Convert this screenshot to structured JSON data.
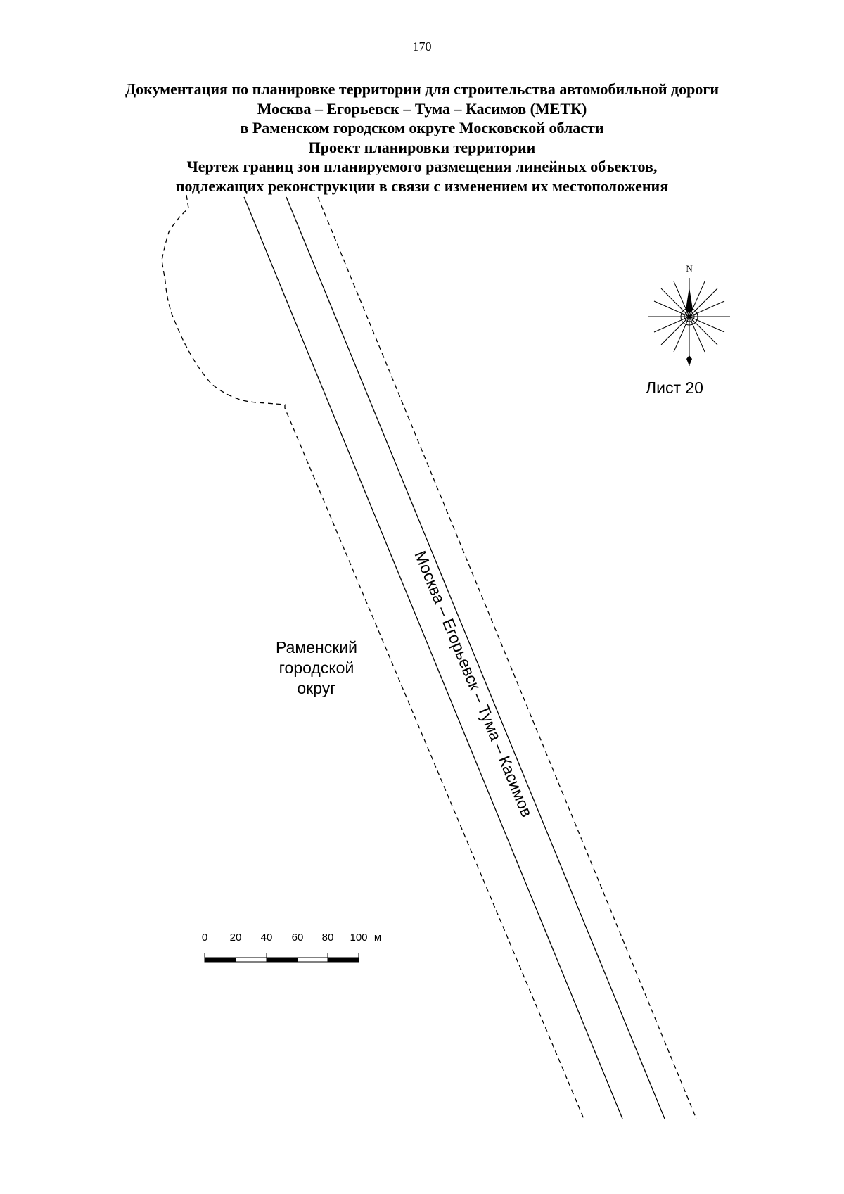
{
  "page_number": "170",
  "title_lines": [
    "Документация по планировке территории для строительства автомобильной дороги",
    "Москва – Егорьевск – Тума – Касимов (МЕТК)",
    "в Раменском городском округе Московской области",
    "Проект планировки территории",
    "Чертеж границ зон планируемого размещения линейных объектов,",
    "подлежащих реконструкции в связи с изменением их местоположения"
  ],
  "compass": {
    "north_label": "N"
  },
  "sheet_label": "Лист 20",
  "road_label": "Москва – Егорьевск – Тума – Касимов",
  "area_label": [
    "Раменский",
    "городской",
    "округ"
  ],
  "scale_bar": {
    "ticks": [
      "0",
      "20",
      "40",
      "60",
      "80",
      "100"
    ],
    "unit": "м"
  }
}
